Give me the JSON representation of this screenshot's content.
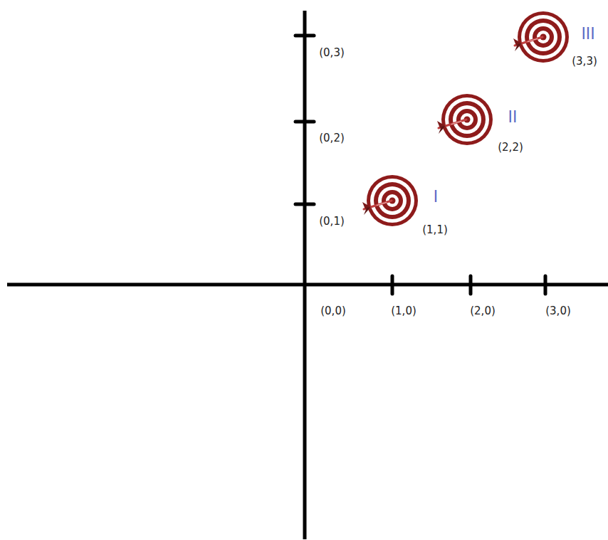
{
  "diagram": {
    "labels": [
      "(0,3)",
      "(0,2)",
      "(0,1)",
      "(0,0)",
      "(1,0)",
      "(2,0)",
      "(3,0)",
      "I",
      "(1,1)",
      "II",
      "(2,2)",
      "III",
      "(3,3)"
    ]
  }
}
